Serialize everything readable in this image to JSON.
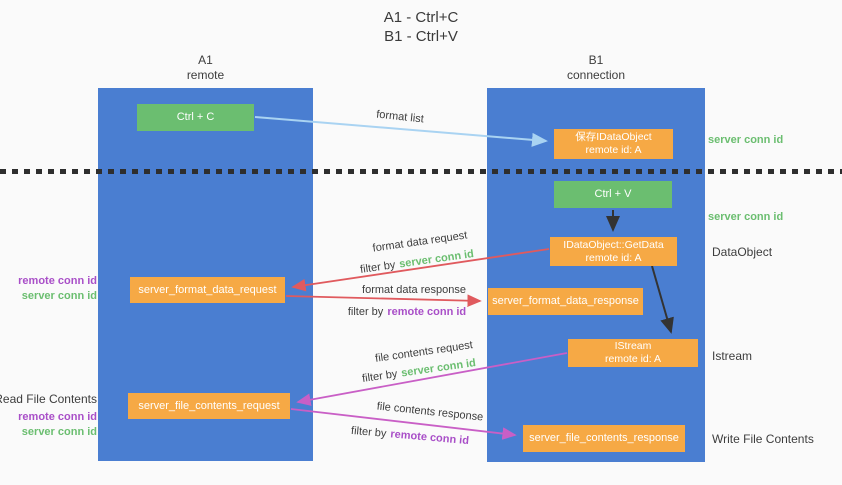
{
  "title": {
    "line1": "A1 - Ctrl+C",
    "line2": "B1 - Ctrl+V"
  },
  "columns": {
    "left": {
      "name": "A1",
      "subtitle": "remote"
    },
    "right": {
      "name": "B1",
      "subtitle": "connection"
    }
  },
  "nodes": {
    "ctrl_c": "Ctrl + C",
    "ctrl_v": "Ctrl + V",
    "save_dataobject": {
      "line1": "保存IDataObject",
      "line2": "remote id: A"
    },
    "getdata": {
      "line1": "IDataObject::GetData",
      "line2": "remote id: A"
    },
    "istream": {
      "line1": "IStream",
      "line2": "remote id: A"
    },
    "server_format_data_request": "server_format_data_request",
    "server_format_data_response": "server_format_data_response",
    "server_file_contents_request": "server_file_contents_request",
    "server_file_contents_response": "server_file_contents_response"
  },
  "arrow_labels": {
    "format_list": "format list",
    "format_data_request": "format data request",
    "format_data_response": "format data response",
    "file_contents_request": "file contents request",
    "file_contents_response": "file contents response",
    "filter_by": "filter by",
    "server_conn_id": "server conn id",
    "remote_conn_id": "remote conn id"
  },
  "side_labels": {
    "server_conn_id": "server conn id",
    "remote_conn_id": "remote conn id",
    "dataobject": "DataObject",
    "istream": "Istream",
    "read_file_contents": "Read File Contents",
    "write_file_contents": "Write File Contents"
  },
  "colors": {
    "column_blue": "#4A7ED1",
    "box_green": "#6BBE70",
    "box_orange": "#F6A945",
    "arrow_light_blue": "#A9D3F2",
    "arrow_red": "#E05A5E",
    "arrow_magenta": "#C95FC6",
    "arrow_black": "#333333",
    "text_purple": "#A94FC8",
    "text_green": "#6BBE70",
    "background": "#FAFAFA"
  }
}
